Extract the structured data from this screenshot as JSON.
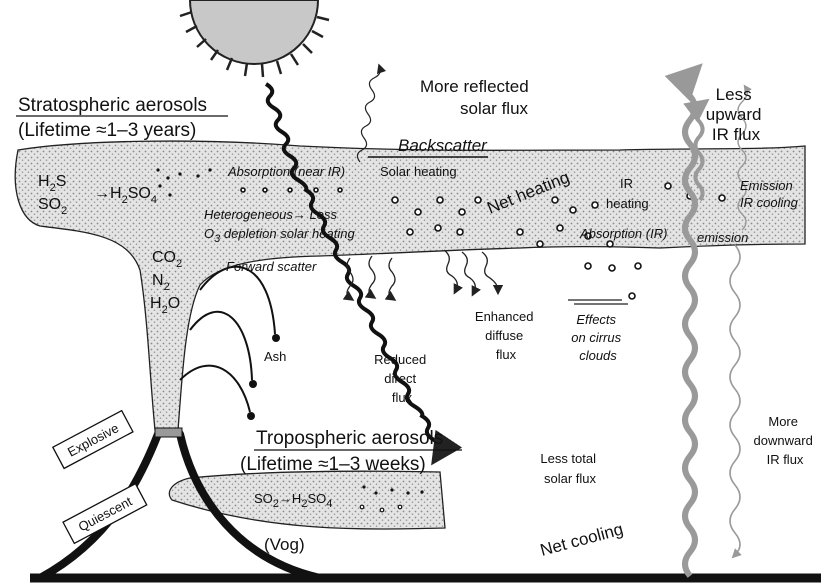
{
  "stratospheric": {
    "title": "Stratospheric aerosols",
    "lifetime": "(Lifetime ≈1–3 years)"
  },
  "tropospheric": {
    "title": "Tropospheric aerosols",
    "lifetime": "(Lifetime ≈1–3 weeks)"
  },
  "labels": {
    "more_reflected": [
      "More reflected",
      "solar flux"
    ],
    "backscatter": "Backscatter",
    "absorption_near_ir": "Absorption (near IR)",
    "solar_heating": "Solar heating",
    "net_heating": "Net heating",
    "ir_heating": [
      "IR",
      "heating"
    ],
    "emission_ir_cooling": [
      "Emission",
      "IR cooling"
    ],
    "absorption_ir": "Absorption (IR)",
    "emission": "emission",
    "heterogeneous": [
      "Heterogeneous→ Less",
      "depletion solar heating"
    ],
    "forward_scatter": "Forward scatter",
    "enhanced_diffuse": [
      "Enhanced",
      "diffuse",
      "flux"
    ],
    "effects_cirrus": [
      "Effects",
      "on cirrus",
      "clouds"
    ],
    "reduced_direct": [
      "Reduced",
      "direct",
      "flux"
    ],
    "ash": "Ash",
    "less_upward": [
      "Less",
      "upward",
      "IR flux"
    ],
    "more_downward": [
      "More",
      "downward",
      "IR flux"
    ],
    "less_total": [
      "Less total",
      "solar flux"
    ],
    "net_cooling": "Net cooling",
    "vog": "(Vog)",
    "explosive": "Explosive",
    "quiescent": "Quiescent"
  },
  "chem": {
    "h2s": "H",
    "h2s_sub": "2",
    "h2s_end": "S",
    "so2": "SO",
    "so2_sub": "2",
    "arrow_h2so4": "→H",
    "h2so4_sub": "2",
    "h2so4_mid": "SO",
    "h2so4_sub2": "4",
    "co2": "CO",
    "co2_sub": "2",
    "n2": "N",
    "n2_sub": "2",
    "h2o": "H",
    "h2o_sub": "2",
    "h2o_end": "O",
    "o3": "O",
    "o3_sub": "3",
    "trop_so2": "SO",
    "trop_so2_sub": "2",
    "trop_arrow": "→H",
    "trop_sub": "2",
    "trop_mid": "SO",
    "trop_sub2": "4"
  }
}
